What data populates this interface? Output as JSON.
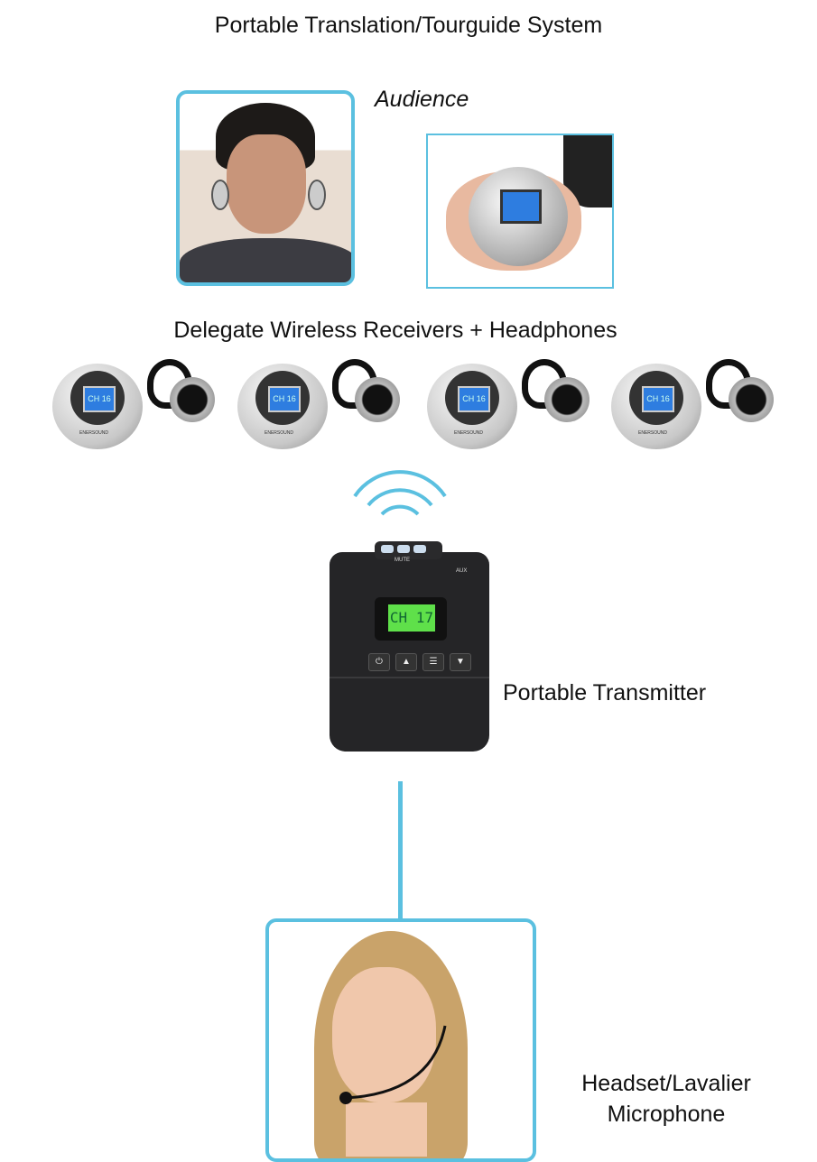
{
  "title": "Portable Translation/Tourguide System",
  "audience_label": "Audience",
  "receivers_label": "Delegate Wireless Receivers + Headphones",
  "receivers": [
    {
      "screen": "CH 16",
      "brand": "ENERSOUND"
    },
    {
      "screen": "CH 16",
      "brand": "ENERSOUND"
    },
    {
      "screen": "CH 16",
      "brand": "ENERSOUND"
    },
    {
      "screen": "CH 16",
      "brand": "ENERSOUND"
    }
  ],
  "transmitter": {
    "label": "Portable Transmitter",
    "screen": "CH 17",
    "mute": "MUTE",
    "aux": "AUX",
    "buttons": [
      "⏻",
      "▲",
      "☰",
      "▼"
    ]
  },
  "microphone_label": [
    "Headset/Lavalier",
    "Microphone"
  ],
  "colors": {
    "accent": "#5bc0e0",
    "lcd_green": "#5fe04a",
    "lcd_blue": "#2e7de0"
  }
}
